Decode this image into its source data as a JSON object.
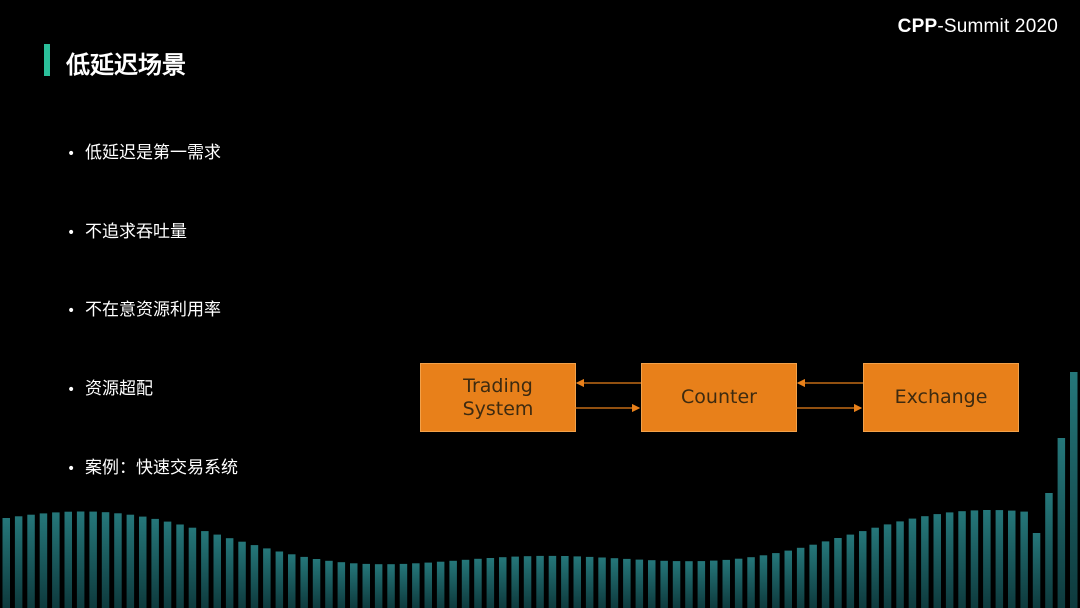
{
  "brand": {
    "bold": "CPP",
    "rest": "-Summit 2020"
  },
  "slide": {
    "title": "低延迟场景"
  },
  "bullets": [
    {
      "text": "低延迟是第一需求"
    },
    {
      "text": "不追求吞吐量"
    },
    {
      "text": "不在意资源利用率"
    },
    {
      "text": "资源超配"
    },
    {
      "text": "案例：快速交易系统"
    }
  ],
  "diagram": {
    "box1_line1": "Trading",
    "box1_line2": "System",
    "box2": "Counter",
    "box3": "Exchange"
  },
  "colors": {
    "accent": "#2bbf9a",
    "box_fill": "#e8801a",
    "arrow": "#e8801a",
    "equalizer": "#1f6b6d"
  }
}
